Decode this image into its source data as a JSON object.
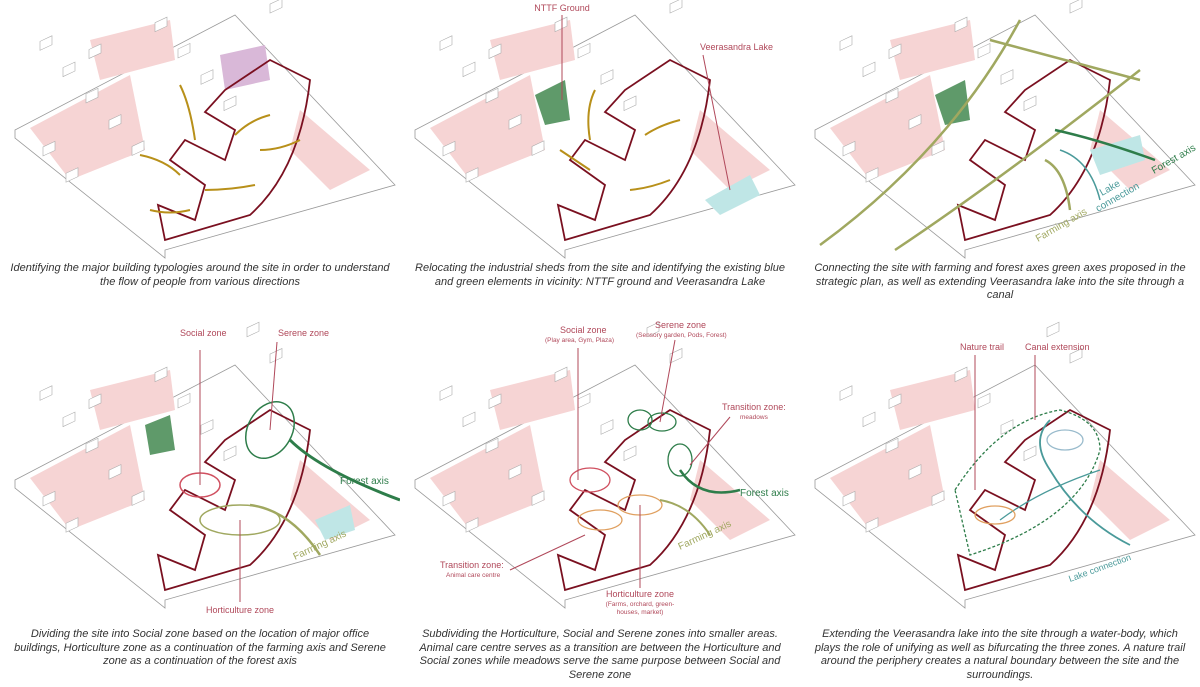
{
  "colors": {
    "site_outline": "#7a1020",
    "label": "#b0485a",
    "people_flow": "#b8901a",
    "forest": "#2e7d4a",
    "farming": "#a0a860",
    "lake": "#4a9a9a",
    "lake_fill": "#bfe6e6",
    "green_fill": "#5f9a6a",
    "built_fill": "#f6d4d4",
    "industrial_fill": "#d9b8d8"
  },
  "panels": [
    {
      "caption": "Identifying the major building typologies around the site in order to understand the flow of people from various directions"
    },
    {
      "caption": "Relocating the industrial sheds from the site and identifying the existing blue and green elements in vicinity: NTTF ground and Veerasandra Lake",
      "labels": {
        "nttf": "NTTF Ground",
        "lake": "Veerasandra Lake"
      }
    },
    {
      "caption": "Connecting the site with farming and forest axes green axes proposed in the strategic plan, as well as extending Veerasandra lake into the site through a canal",
      "labels": {
        "farming": "Farming axis",
        "lake1": "Lake",
        "lake2": "connection",
        "forest": "Forest axis"
      }
    },
    {
      "caption": "Dividing the site into Social zone based on the location of major office buildings, Horticulture zone as a continuation of the farming axis and Serene zone as a continuation of the forest axis",
      "labels": {
        "social": "Social zone",
        "serene": "Serene zone",
        "forest": "Forest axis",
        "farming": "Farming axis",
        "horti": "Horticulture zone"
      }
    },
    {
      "caption": "Subdividing the Horticulture, Social and Serene zones into smaller areas. Animal care centre serves as a transition are between the Horticulture and Social zones while meadows serve the same purpose between Social and Serene zone",
      "labels": {
        "social": "Social zone",
        "social_sub": "(Play area, Gym, Plaza)",
        "serene": "Serene zone",
        "serene_sub": "(Sensory garden, Pods, Forest)",
        "trans_m": "Transition zone:",
        "trans_m_sub": "meadows",
        "forest": "Forest axis",
        "farming": "Farming axis",
        "trans_a": "Transition zone:",
        "trans_a_sub": "Animal care centre",
        "horti": "Horticulture zone",
        "horti_sub1": "(Farms, orchard, green-",
        "horti_sub2": "houses, market)"
      }
    },
    {
      "caption": "Extending the Veerasandra lake into the site through a water-body, which plays the role of unifying as well as bifurcating the three zones. A nature trail around the periphery creates a natural boundary between the site and the surroundings.",
      "labels": {
        "trail": "Nature trail",
        "canal": "Canal extension",
        "lake": "Lake connection"
      }
    }
  ]
}
